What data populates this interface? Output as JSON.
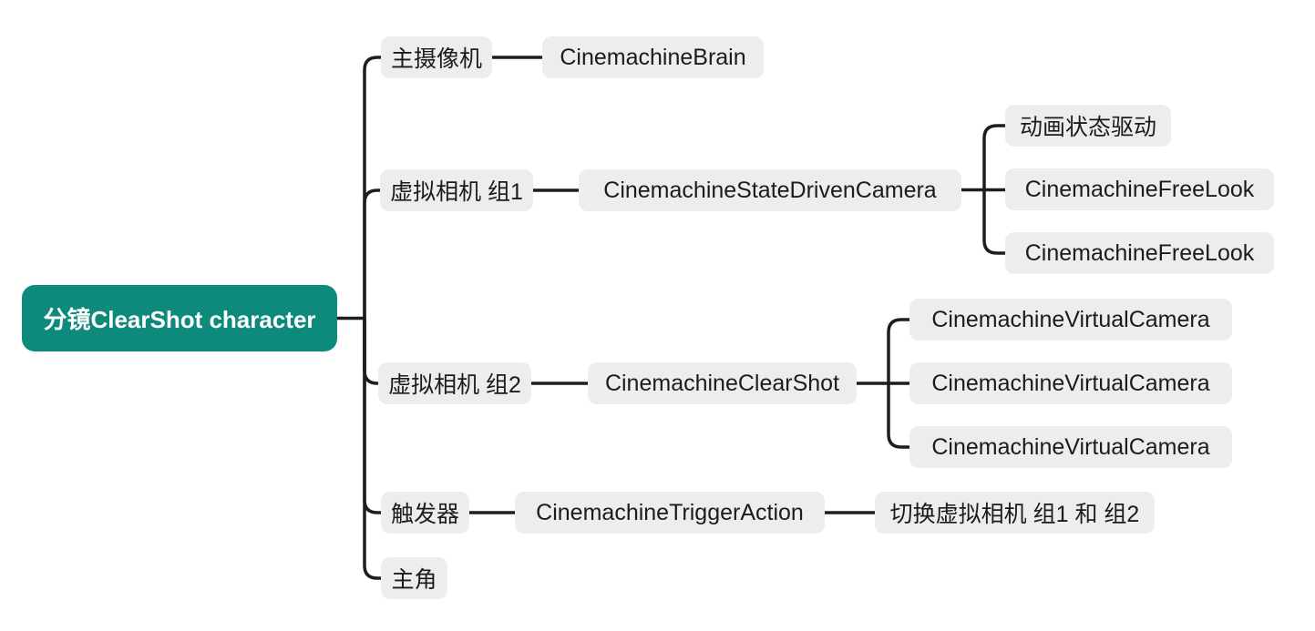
{
  "mindmap": {
    "root": {
      "label": "分镜ClearShot character"
    },
    "branches": [
      {
        "label": "主摄像机",
        "children": [
          {
            "label": "CinemachineBrain",
            "children": []
          }
        ]
      },
      {
        "label": "虚拟相机 组1",
        "children": [
          {
            "label": "CinemachineStateDrivenCamera",
            "children": [
              {
                "label": "动画状态驱动"
              },
              {
                "label": "CinemachineFreeLook"
              },
              {
                "label": "CinemachineFreeLook"
              }
            ]
          }
        ]
      },
      {
        "label": "虚拟相机 组2",
        "children": [
          {
            "label": "CinemachineClearShot",
            "children": [
              {
                "label": "CinemachineVirtualCamera"
              },
              {
                "label": "CinemachineVirtualCamera"
              },
              {
                "label": "CinemachineVirtualCamera"
              }
            ]
          }
        ]
      },
      {
        "label": "触发器",
        "children": [
          {
            "label": "CinemachineTriggerAction",
            "children": [
              {
                "label": "切换虚拟相机 组1 和 组2"
              }
            ]
          }
        ]
      },
      {
        "label": "主角",
        "children": []
      }
    ],
    "colors": {
      "root_bg": "#0e8a7c",
      "root_text": "#ffffff",
      "node_bg": "#ededed",
      "node_text": "#1c1c1c",
      "connector": "#1e1e1e",
      "canvas_bg": "#ffffff"
    }
  }
}
